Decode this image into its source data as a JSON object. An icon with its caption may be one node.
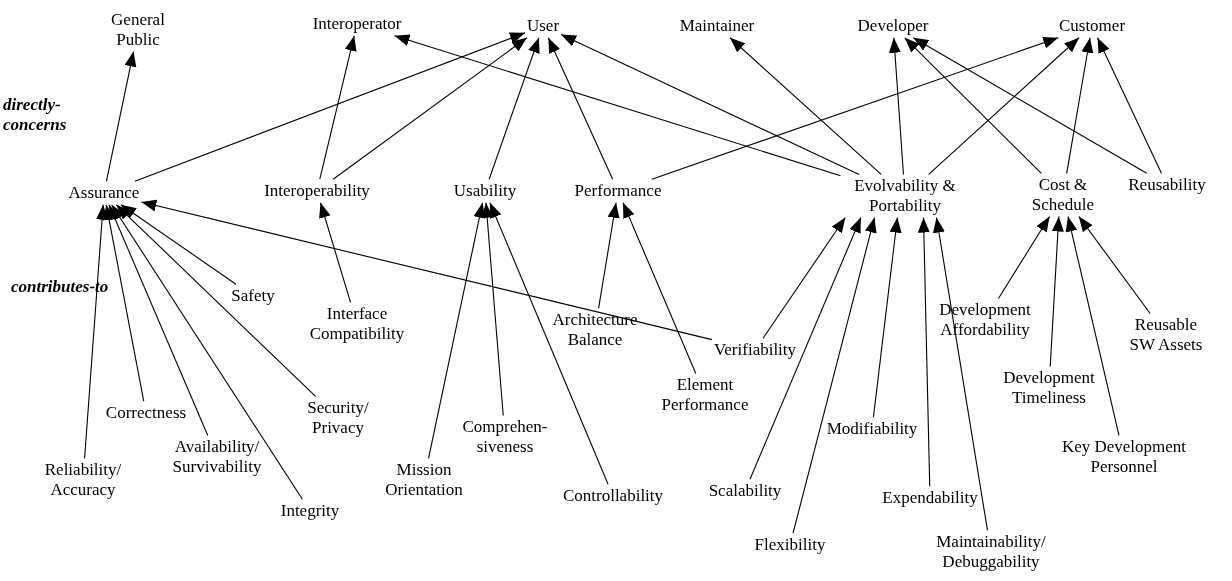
{
  "diagram": {
    "nodes": [
      {
        "text": [
          "General Public"
        ]
      },
      {
        "text": [
          "Interoperator"
        ]
      },
      {
        "text": [
          "User"
        ]
      },
      {
        "text": [
          "Maintainer"
        ]
      },
      {
        "text": [
          "Developer"
        ]
      },
      {
        "text": [
          "Customer"
        ]
      },
      {
        "text": [
          "Assurance"
        ]
      },
      {
        "text": [
          "Interoperability"
        ]
      },
      {
        "text": [
          "Usability"
        ]
      },
      {
        "text": [
          "Performance"
        ]
      },
      {
        "text": [
          "Evolvability & Portability"
        ]
      },
      {
        "text": [
          "Cost & Schedule"
        ]
      },
      {
        "text": [
          "Reusability"
        ]
      },
      {
        "text": [
          "Safety"
        ]
      },
      {
        "text": [
          "Interface Compatibility"
        ]
      },
      {
        "text": [
          "Architecture Balance"
        ]
      },
      {
        "text": [
          "Verifiability"
        ]
      },
      {
        "text": [
          "Correctness"
        ]
      },
      {
        "text": [
          "Security/ Privacy"
        ]
      },
      {
        "text": [
          "Availability/ Survivability"
        ]
      },
      {
        "text": [
          "Comprehen- siveness"
        ]
      },
      {
        "text": [
          "Reliability/ Accuracy"
        ]
      },
      {
        "text": [
          "Integrity"
        ]
      },
      {
        "text": [
          "Mission Orientation"
        ]
      },
      {
        "text": [
          "Controllability"
        ]
      },
      {
        "text": [
          "Element Performance"
        ]
      },
      {
        "text": [
          "Development Affordability"
        ]
      },
      {
        "text": [
          "Reusable SW Assets"
        ]
      },
      {
        "text": [
          "Development Timeliness"
        ]
      },
      {
        "text": [
          "Key Development Personnel"
        ]
      },
      {
        "text": [
          "Modifiability"
        ]
      },
      {
        "text": [
          "Scalability"
        ]
      },
      {
        "text": [
          "Expendability"
        ]
      },
      {
        "text": [
          "Flexibility"
        ]
      },
      {
        "text": [
          "Maintainability/ Debuggability"
        ]
      }
    ],
    "edges": [
      {
        "from": 6,
        "to": 0,
        "arrow": "to"
      },
      {
        "from": 6,
        "to": 2,
        "arrow": "to"
      },
      {
        "from": 7,
        "to": 1,
        "arrow": "to"
      },
      {
        "from": 7,
        "to": 2,
        "arrow": "to"
      },
      {
        "from": 8,
        "to": 2,
        "arrow": "to"
      },
      {
        "from": 9,
        "to": 2,
        "arrow": "to"
      },
      {
        "from": 9,
        "to": 5,
        "arrow": "to"
      },
      {
        "from": 10,
        "to": 1,
        "arrow": "to"
      },
      {
        "from": 10,
        "to": 2,
        "arrow": "to"
      },
      {
        "from": 10,
        "to": 3,
        "arrow": "to"
      },
      {
        "from": 10,
        "to": 4,
        "arrow": "to"
      },
      {
        "from": 10,
        "to": 5,
        "arrow": "to"
      },
      {
        "from": 11,
        "to": 4,
        "arrow": "to"
      },
      {
        "from": 11,
        "to": 5,
        "arrow": "to"
      },
      {
        "from": 12,
        "to": 4,
        "arrow": "to"
      },
      {
        "from": 12,
        "to": 5,
        "arrow": "to"
      },
      {
        "from": 21,
        "to": 6,
        "arrow": "to"
      },
      {
        "from": 17,
        "to": 6,
        "arrow": "to"
      },
      {
        "from": 19,
        "to": 6,
        "arrow": "to"
      },
      {
        "from": 22,
        "to": 6,
        "arrow": "to"
      },
      {
        "from": 18,
        "to": 6,
        "arrow": "to"
      },
      {
        "from": 13,
        "to": 6,
        "arrow": "to"
      },
      {
        "from": 16,
        "to": 6,
        "arrow": "to"
      },
      {
        "from": 14,
        "to": 7,
        "arrow": "to"
      },
      {
        "from": 23,
        "to": 8,
        "arrow": "to"
      },
      {
        "from": 20,
        "to": 8,
        "arrow": "to"
      },
      {
        "from": 24,
        "to": 8,
        "arrow": "to"
      },
      {
        "from": 15,
        "to": 9,
        "arrow": "to"
      },
      {
        "from": 25,
        "to": 9,
        "arrow": "to"
      },
      {
        "from": 16,
        "to": 10,
        "arrow": "to"
      },
      {
        "from": 31,
        "to": 10,
        "arrow": "to"
      },
      {
        "from": 33,
        "to": 10,
        "arrow": "to"
      },
      {
        "from": 30,
        "to": 10,
        "arrow": "to"
      },
      {
        "from": 32,
        "to": 10,
        "arrow": "to"
      },
      {
        "from": 34,
        "to": 10,
        "arrow": "to"
      },
      {
        "from": 26,
        "to": 11,
        "arrow": "to"
      },
      {
        "from": 28,
        "to": 11,
        "arrow": "to"
      },
      {
        "from": 29,
        "to": 11,
        "arrow": "to"
      },
      {
        "from": 27,
        "to": 11,
        "arrow": "to"
      }
    ],
    "labels": [
      "directly-concerns",
      "contributes-to"
    ]
  }
}
